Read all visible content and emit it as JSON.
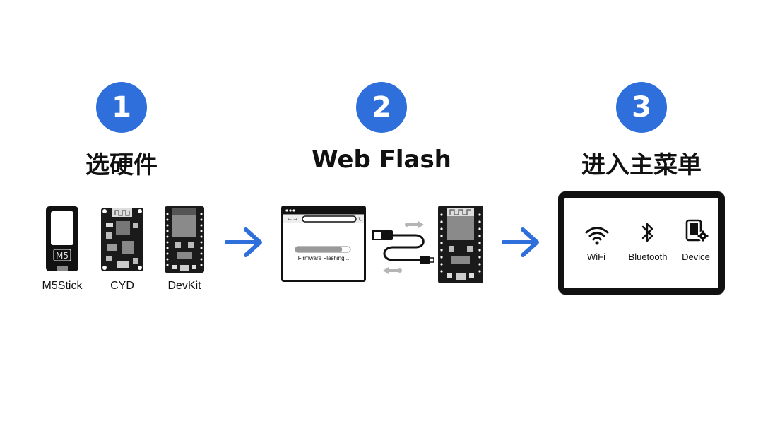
{
  "steps": [
    {
      "number": "1",
      "title": "选硬件"
    },
    {
      "number": "2",
      "title": "Web Flash"
    },
    {
      "number": "3",
      "title": "进入主菜单"
    }
  ],
  "hardware": {
    "m5stick": {
      "logo": "M5",
      "label": "M5Stick"
    },
    "cyd": {
      "label": "CYD"
    },
    "devkit": {
      "label": "DevKit"
    }
  },
  "flash": {
    "progress_text": "Firmware Flashing...",
    "progress": 0.85
  },
  "menu": {
    "items": [
      {
        "icon": "wifi-icon",
        "label": "WiFi"
      },
      {
        "icon": "bluetooth-icon",
        "label": "Bluetooth"
      },
      {
        "icon": "device-settings-icon",
        "label": "Device"
      }
    ]
  },
  "colors": {
    "accent": "#2f6fdc",
    "ink": "#111111"
  }
}
